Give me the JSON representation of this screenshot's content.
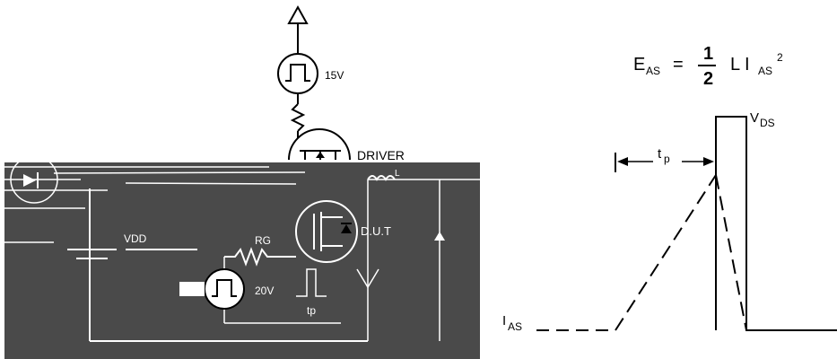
{
  "circuit": {
    "source_voltage": "15V",
    "driver_label": "DRIVER",
    "rg_label": "RG",
    "dut_label": "D.U.T",
    "vdd_label": "VDD",
    "pulse_amplitude": "20V",
    "tp_label": "tp",
    "inductor_label": "L"
  },
  "equation": {
    "lhs_main": "E",
    "lhs_sub": "AS",
    "eq": "=",
    "frac_num": "1",
    "frac_den": "2",
    "rhs_l": "L I",
    "rhs_sub": "AS",
    "rhs_sup": "2"
  },
  "waveform": {
    "vds_main": "V",
    "vds_sub": "DS",
    "ias_main": "I",
    "ias_sub": "AS",
    "tp_main": "t",
    "tp_sub": "p"
  },
  "colors": {
    "ink": "#000000",
    "panel": "#4a4a4a",
    "panel_dark": "#3a3a3a",
    "paper": "#ffffff"
  }
}
